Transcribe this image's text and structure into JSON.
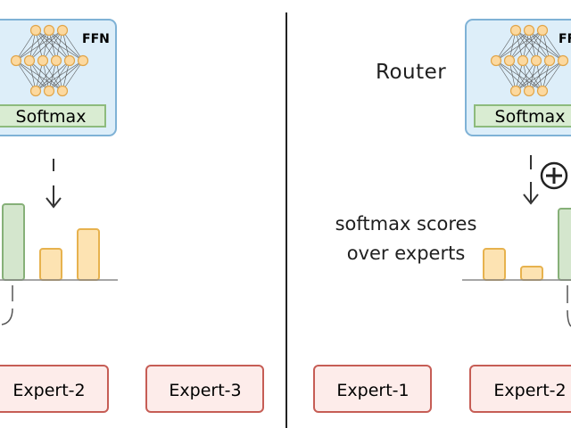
{
  "left_panel": {
    "ffn_label": "FFN",
    "softmax_label": "Softmax",
    "experts": [
      "Expert-2",
      "Expert-3"
    ],
    "scores": [
      0.85,
      0.35,
      0.57
    ]
  },
  "right_panel": {
    "router_label": "Router",
    "ffn_label": "FFN",
    "softmax_label": "Softmax",
    "scores_label_line1": "softmax scores",
    "scores_label_line2": "over experts",
    "plus_symbol": "⊕",
    "experts": [
      "Expert-1",
      "Expert-2"
    ],
    "scores": [
      0.35,
      0.15,
      0.8
    ]
  },
  "colors": {
    "router_fill": "#ddeef9",
    "router_stroke": "#7fb2d6",
    "softmax_fill": "#d9ecd2",
    "softmax_stroke": "#8dbb7d",
    "node_fill": "#fcd9a0",
    "node_stroke": "#e0a54a",
    "bar_green_fill": "#d4e6cd",
    "bar_green_stroke": "#86b078",
    "bar_orange_fill": "#fde3b2",
    "bar_orange_stroke": "#e7b24e",
    "expert_fill": "#fdecea",
    "expert_stroke": "#c65d55"
  }
}
